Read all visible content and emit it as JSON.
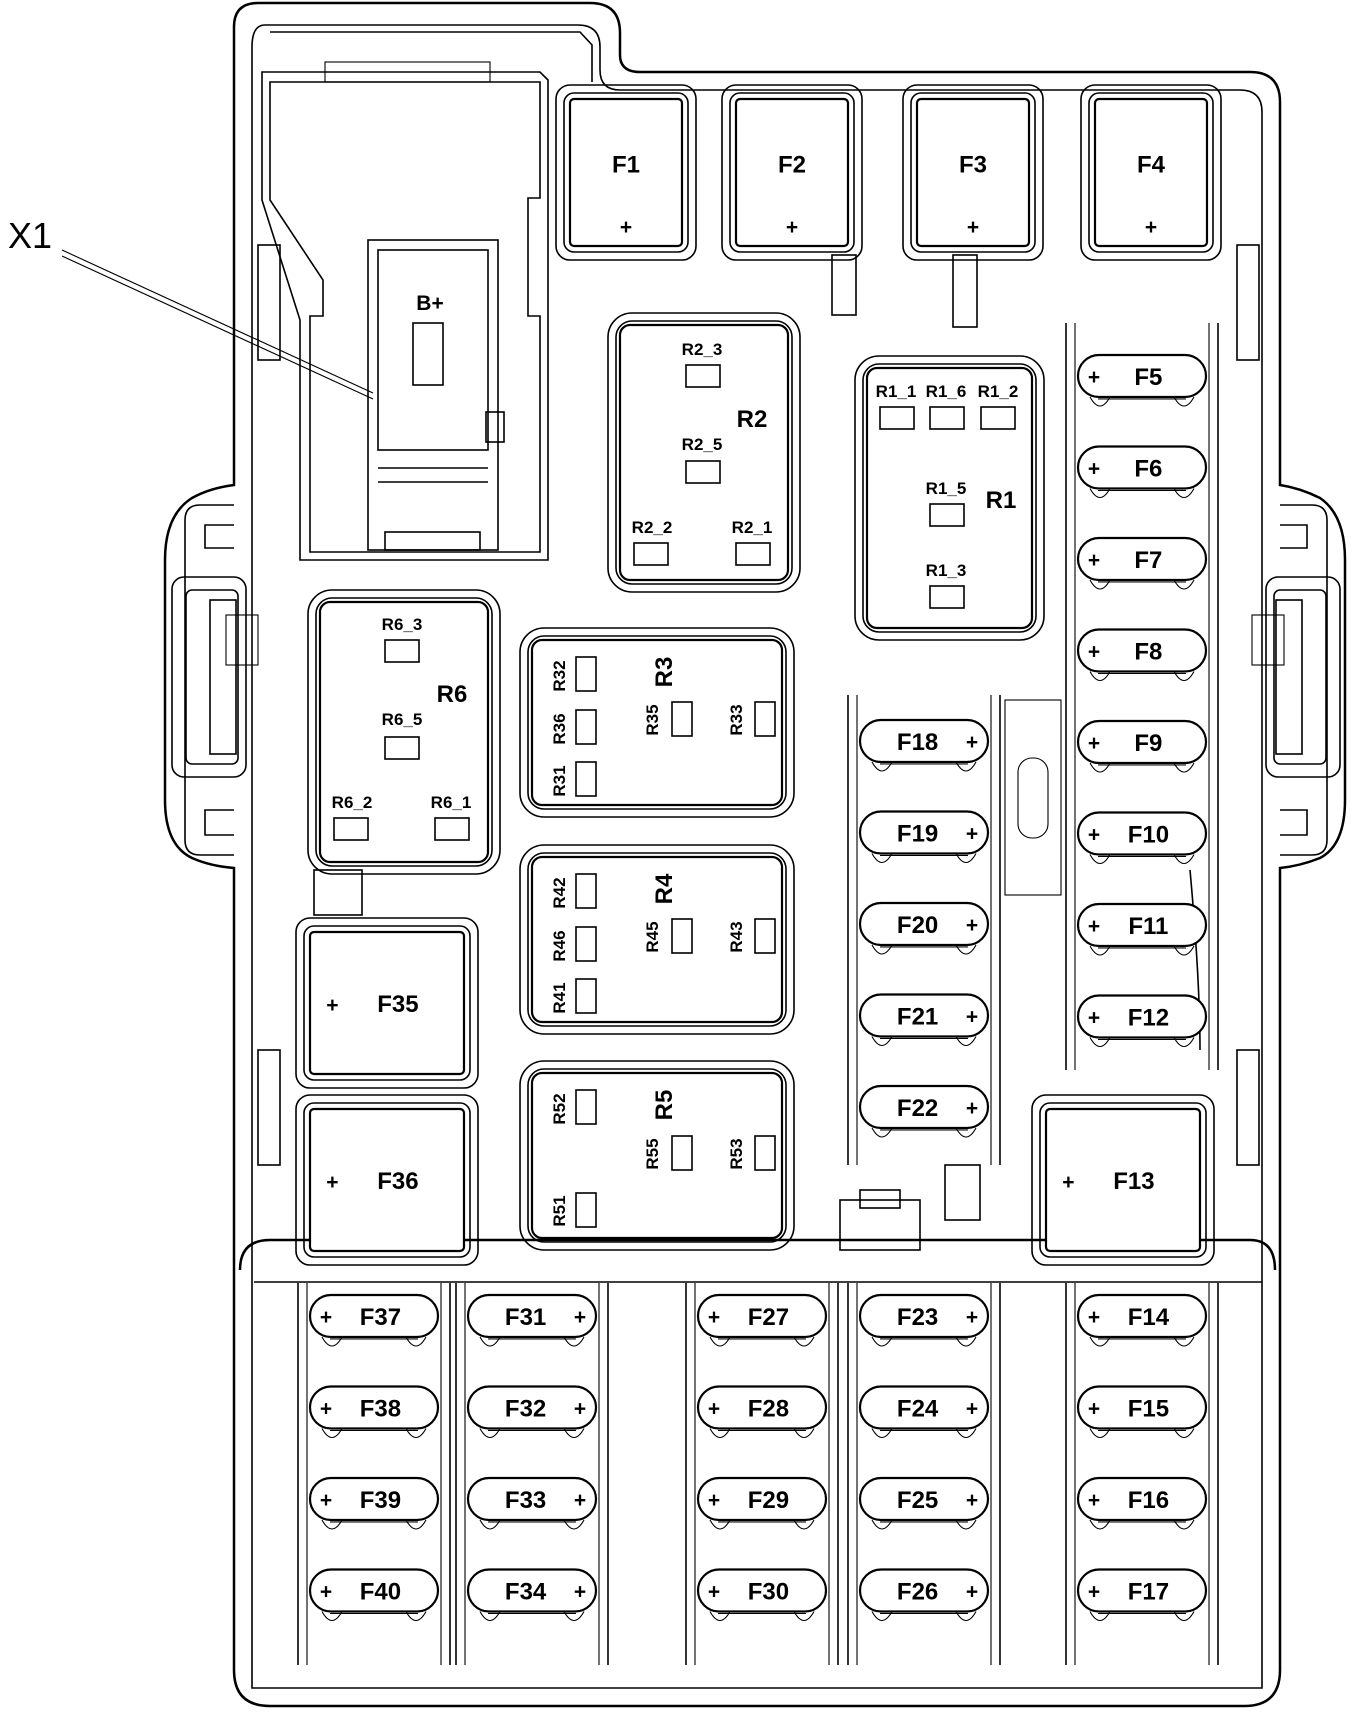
{
  "connector": {
    "callout": "X1",
    "terminal": "B+"
  },
  "polarity_symbol": "+",
  "fuses_large_top": [
    "F1",
    "F2",
    "F3",
    "F4"
  ],
  "fuses_large_side": [
    "F35",
    "F36",
    "F13"
  ],
  "fuses_right_column": [
    "F5",
    "F6",
    "F7",
    "F8",
    "F9",
    "F10",
    "F11",
    "F12"
  ],
  "fuses_middle_column": [
    "F18",
    "F19",
    "F20",
    "F21",
    "F22"
  ],
  "fuses_bottom_columns": [
    [
      "F37",
      "F38",
      "F39",
      "F40"
    ],
    [
      "F31",
      "F32",
      "F33",
      "F34"
    ],
    [
      "F27",
      "F28",
      "F29",
      "F30"
    ],
    [
      "F23",
      "F24",
      "F25",
      "F26"
    ],
    [
      "F14",
      "F15",
      "F16",
      "F17"
    ]
  ],
  "relays": {
    "R1": {
      "label": "R1",
      "terminals": [
        "R1_1",
        "R1_6",
        "R1_2",
        "R1_5",
        "R1_3"
      ]
    },
    "R2": {
      "label": "R2",
      "terminals": [
        "R2_3",
        "R2_5",
        "R2_2",
        "R2_1"
      ]
    },
    "R6": {
      "label": "R6",
      "terminals": [
        "R6_3",
        "R6_5",
        "R6_2",
        "R6_1"
      ]
    },
    "R3": {
      "label": "R3",
      "terminals": [
        "R32",
        "R36",
        "R31",
        "R35",
        "R33"
      ]
    },
    "R4": {
      "label": "R4",
      "terminals": [
        "R42",
        "R46",
        "R41",
        "R45",
        "R43"
      ]
    },
    "R5": {
      "label": "R5",
      "terminals": [
        "R52",
        "R51",
        "R55",
        "R53"
      ]
    }
  }
}
